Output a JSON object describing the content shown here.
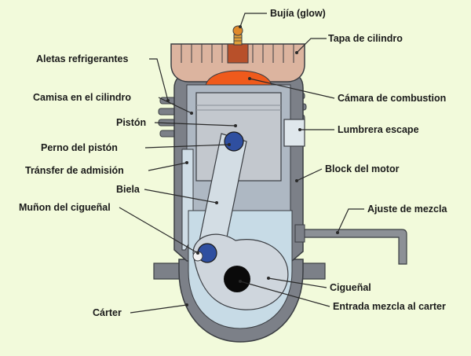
{
  "diagram": {
    "labels": {
      "bujia": "Bujía (glow)",
      "tapa": "Tapa de cilindro",
      "aletas": "Aletas refrigerantes",
      "camisa": "Camisa en el cilindro",
      "camara": "Cámara de combustion",
      "piston": "Pistón",
      "lumbrera": "Lumbrera escape",
      "perno": "Perno del pistón",
      "transfer": "Tránsfer de admisión",
      "block": "Block del motor",
      "biela": "Biela",
      "ajuste": "Ajuste de mezcla",
      "munon": "Muñon del cigueñal",
      "cigueñal": "Cigueñal",
      "carter": "Cárter",
      "entrada": "Entrada mezcla al carter"
    },
    "colors": {
      "background": "#f2fadb",
      "block": "#7c8088",
      "head": "#dcb49f",
      "chamber": "#ef5a1c",
      "liner": "#aeb8c3",
      "piston": "#c3c8ce",
      "crankcase": "#c7dbe6",
      "pin": "#2f4fa0"
    }
  }
}
